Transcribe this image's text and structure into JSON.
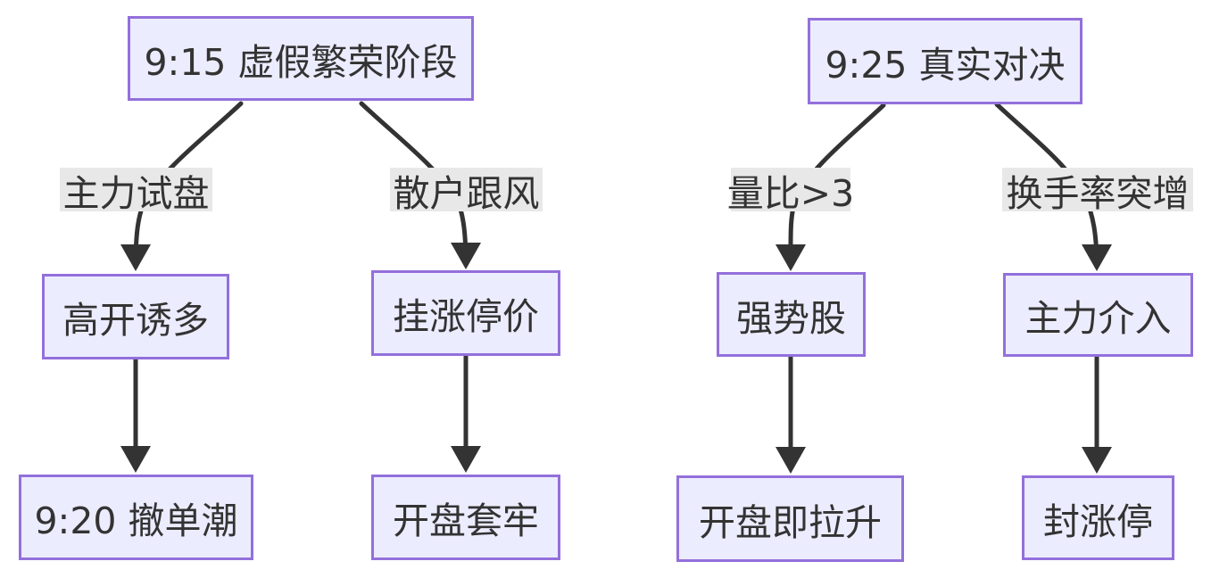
{
  "diagram": {
    "type": "flowchart-top-down",
    "description": "Two tree flowcharts about stock market call-auction phases",
    "colors": {
      "background": "#ffffff",
      "node_fill": "#ECECFF",
      "node_border": "#9370DB",
      "edge": "#333333",
      "label_bg": "#e8e8e8",
      "text": "#333333"
    },
    "nodes": [
      {
        "id": "A",
        "label": "9:15 虚假繁荣阶段"
      },
      {
        "id": "B",
        "label": "高开诱多"
      },
      {
        "id": "C",
        "label": "挂涨停价"
      },
      {
        "id": "D",
        "label": "9:20 撤单潮"
      },
      {
        "id": "E",
        "label": "开盘套牢"
      },
      {
        "id": "F",
        "label": "9:25 真实对决"
      },
      {
        "id": "G",
        "label": "强势股"
      },
      {
        "id": "H",
        "label": "主力介入"
      },
      {
        "id": "I",
        "label": "开盘即拉升"
      },
      {
        "id": "J",
        "label": "封涨停"
      }
    ],
    "edges": [
      {
        "from": "A",
        "to": "B",
        "label": "主力试盘"
      },
      {
        "from": "A",
        "to": "C",
        "label": "散户跟风"
      },
      {
        "from": "B",
        "to": "D",
        "label": ""
      },
      {
        "from": "C",
        "to": "E",
        "label": ""
      },
      {
        "from": "F",
        "to": "G",
        "label": "量比>3"
      },
      {
        "from": "F",
        "to": "H",
        "label": "换手率突增"
      },
      {
        "from": "G",
        "to": "I",
        "label": ""
      },
      {
        "from": "H",
        "to": "J",
        "label": ""
      }
    ]
  }
}
